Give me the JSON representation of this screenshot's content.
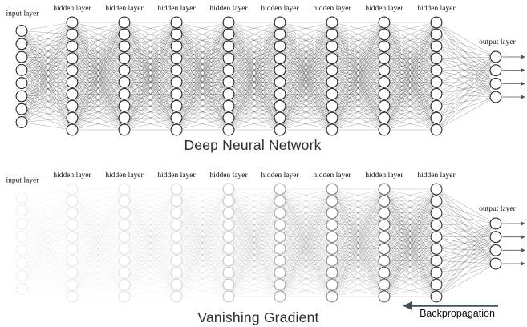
{
  "figure": {
    "background": "#ffffff"
  },
  "colors": {
    "node_fill": "#ffffff",
    "node_stroke": "#2b2b2b",
    "edge": "#3c3c3c",
    "label_text": "#141414",
    "title_text": "#2f2f2f",
    "output_arrow": "#555555",
    "backprop_arrow": "#46505c"
  },
  "networks": [
    {
      "title": "Deep Neural Network",
      "input_label": "input layer",
      "hidden_label": "hidden layer",
      "output_label": "output layer",
      "input_nodes": 8,
      "hidden_layer_count": 8,
      "hidden_nodes_per_layer": 10,
      "output_nodes": 4,
      "faded": false
    },
    {
      "title": "Vanishing Gradient",
      "input_label": "input layer",
      "hidden_label": "hidden layer",
      "output_label": "output layer",
      "input_nodes": 8,
      "hidden_layer_count": 8,
      "hidden_nodes_per_layer": 10,
      "output_nodes": 4,
      "faded": true,
      "layer_alphas": [
        0.08,
        0.1,
        0.13,
        0.17,
        0.25,
        0.38,
        0.55,
        0.72,
        0.92,
        1
      ],
      "backprop_label": "Backpropagation"
    }
  ]
}
